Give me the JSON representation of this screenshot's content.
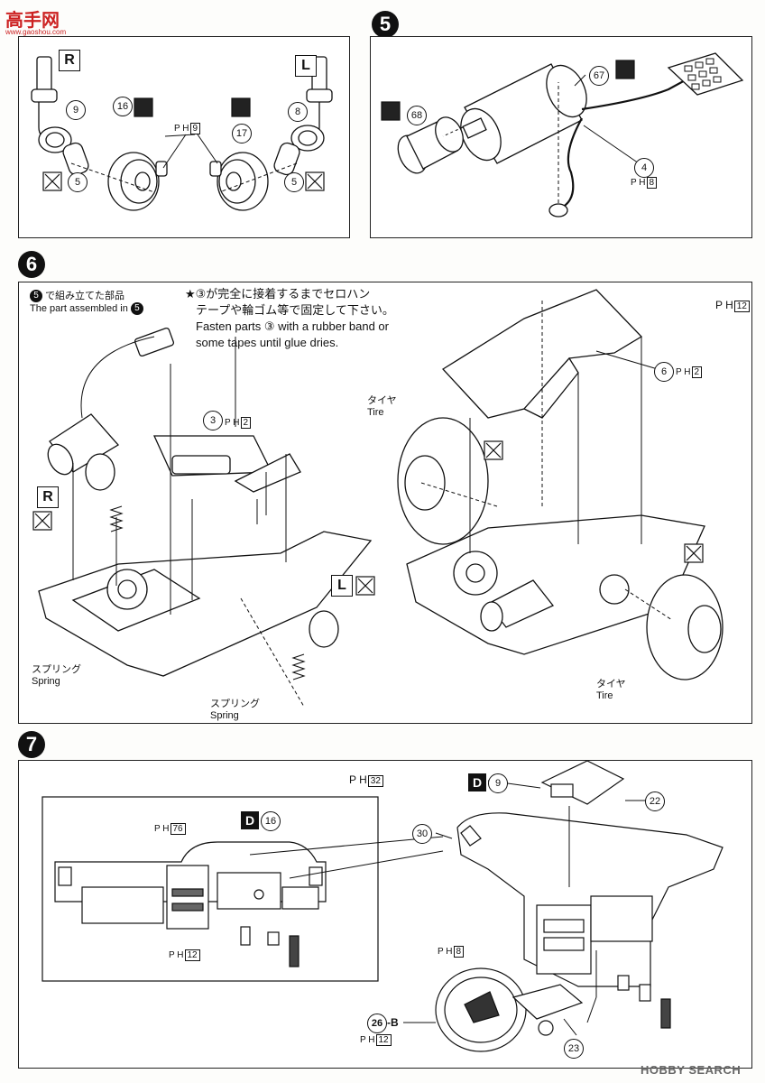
{
  "watermark": {
    "logo_text": "高手网",
    "logo_sub": "www.gaoshou.com",
    "footer_brand": "HOBBY SEARCH"
  },
  "step4": {
    "right_label": "R",
    "left_label": "L",
    "parts": {
      "p9": "9",
      "p16": "16",
      "p8": "8",
      "p17": "17",
      "p5a": "5",
      "p5b": "5"
    },
    "ref_prefix": "P H",
    "ref_num": "9"
  },
  "step5": {
    "number": "5",
    "parts": {
      "p67": "67",
      "p68": "68",
      "p4": "4"
    },
    "ref_prefix": "P H",
    "ref_num": "8"
  },
  "step6": {
    "number": "6",
    "assembled_jp": "で組み立てた部品",
    "assembled_en": "The part assembled in",
    "assembled_ref": "5",
    "note_jp_line1": "★③が完全に接着するまでセロハン",
    "note_jp_line2": "テープや輪ゴム等で固定して下さい。",
    "note_en_line1": "Fasten parts ③ with a rubber band or",
    "note_en_line2": "some tapes until glue dries.",
    "part3": "3",
    "part3_ref": "2",
    "part6": "6",
    "part6_ref": "2",
    "page_ref": "12",
    "right_label": "R",
    "left_label": "L",
    "tire_jp": "タイヤ",
    "tire_en": "Tire",
    "spring_jp": "スプリング",
    "spring_en": "Spring",
    "ref_prefix": "P H"
  },
  "step7": {
    "number": "7",
    "page_ref": "32",
    "d_label": "D",
    "inset_part": "16",
    "inset_ref_top": "76",
    "inset_ref_bottom": "12",
    "d9": "9",
    "p22": "22",
    "p30": "30",
    "p26": "26",
    "p26_suffix": "-B",
    "p26_ref": "12",
    "wheel_ref": "8",
    "p23": "23",
    "ref_prefix": "P H"
  }
}
